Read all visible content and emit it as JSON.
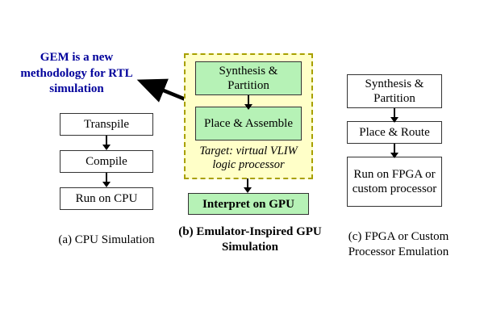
{
  "annotation": {
    "text": "GEM is a new methodology for RTL simulation",
    "color": "#00009b"
  },
  "cpu_column": {
    "boxes": [
      "Transpile",
      "Compile",
      "Run on CPU"
    ],
    "caption": "(a) CPU Simulation"
  },
  "gpu_column": {
    "panel_boxes": [
      "Synthesis & Partition",
      "Place & Assemble"
    ],
    "panel_note": "Target: virtual VLIW logic processor",
    "final_box": "Interpret on GPU",
    "caption": "(b) Emulator-Inspired GPU Simulation",
    "colors": {
      "panel_background": "#ffffc8",
      "panel_border": "#a8a000",
      "green_box_background": "#b6f2b6"
    }
  },
  "fpga_column": {
    "boxes": [
      "Synthesis & Partition",
      "Place & Route",
      "Run on FPGA or custom processor"
    ],
    "caption": "(c) FPGA or Custom Processor Emulation"
  }
}
